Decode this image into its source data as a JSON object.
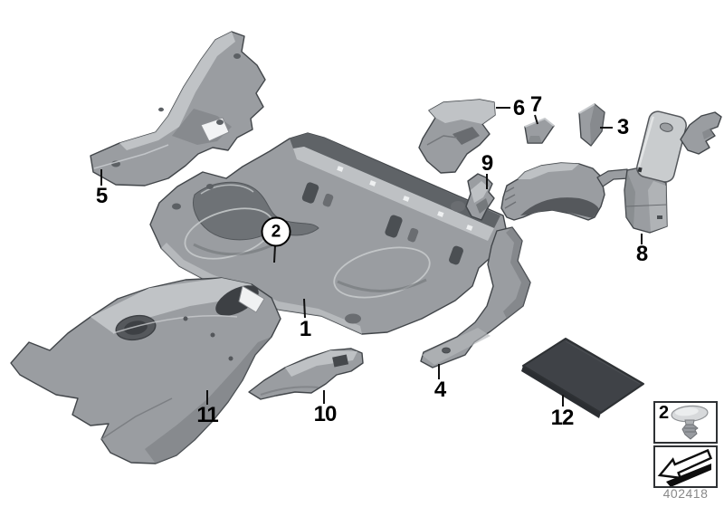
{
  "figure": {
    "number": "402418"
  },
  "callouts": {
    "c1": {
      "label": "1"
    },
    "c2_circled": {
      "label": "2"
    },
    "c3": {
      "label": "3"
    },
    "c4": {
      "label": "4"
    },
    "c5": {
      "label": "5"
    },
    "c6": {
      "label": "6"
    },
    "c7": {
      "label": "7"
    },
    "c8": {
      "label": "8"
    },
    "c9": {
      "label": "9"
    },
    "c10": {
      "label": "10"
    },
    "c11": {
      "label": "11"
    },
    "c12": {
      "label": "12"
    }
  },
  "legend": {
    "label": "2",
    "clip_icon": "expanding-rivet-clip-icon",
    "arrow_icon": "installation-direction-arrow-icon"
  },
  "colors": {
    "background": "#ffffff",
    "part_base": "#9a9da1",
    "part_light": "#c7cacd",
    "part_dark": "#74777b",
    "outline": "#42464a",
    "mat": "#3f4247",
    "callout_text": "#000000",
    "figure_number_text": "#898989"
  }
}
